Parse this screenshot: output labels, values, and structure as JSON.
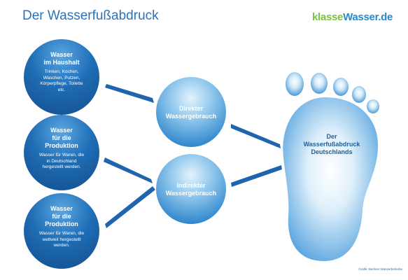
{
  "title": "Der Wasserfußabdruck",
  "logo": {
    "part1": "klasse",
    "part2": "Wasser",
    "part3": ".de"
  },
  "sources": [
    {
      "title_lines": [
        "Wasser",
        "im Haushalt"
      ],
      "detail_lines": [
        "Trinken, Kochen,",
        "Waschen, Putzen,",
        "Körperpflege, Toilette",
        "etc."
      ]
    },
    {
      "title_lines": [
        "Wasser",
        "für die",
        "Produktion"
      ],
      "detail_lines": [
        "Wasser für Waren, die",
        "in Deutschland",
        "hergestellt werden."
      ]
    },
    {
      "title_lines": [
        "Wasser",
        "für die",
        "Produktion"
      ],
      "detail_lines": [
        "Wasser für Waren, die",
        "weltweit hergestellt",
        "werden."
      ]
    }
  ],
  "usage": [
    {
      "lines": [
        "Direkter",
        "Wassergebrauch"
      ]
    },
    {
      "lines": [
        "Indirekter",
        "Wassergebrauch"
      ]
    }
  ],
  "footprint": {
    "lines": [
      "Der",
      "Wasserfußabdruck",
      "Deutschlands"
    ]
  },
  "credit": "Grafik: Berliner Wasserbetriebe",
  "colors": {
    "title": "#2a73b8",
    "circle_dark": "#1f6db5",
    "circle_light": "#d6ecfa",
    "logo_green": "#7cc142",
    "logo_blue": "#2a8ac9"
  }
}
